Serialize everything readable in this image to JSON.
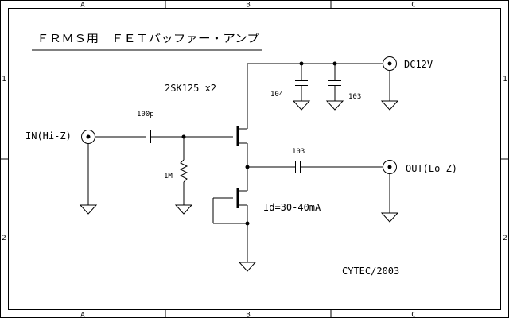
{
  "frame": {
    "columns": [
      "A",
      "B",
      "C"
    ],
    "rows": [
      "1",
      "2"
    ]
  },
  "title": "ＦＲＭＳ用　ＦＥＴバッファー・アンプ",
  "labels": {
    "transistor": "2SK125 x2",
    "dc": "DC12V",
    "in": "IN(Hi-Z)",
    "out": "OUT(Lo-Z)",
    "id": "Id=30-40mA",
    "credit": "CYTEC/2003"
  },
  "components": {
    "c_in": "100p",
    "r_gate": "1M",
    "c_bypass1": "104",
    "c_bypass2": "103",
    "c_out": "103"
  }
}
